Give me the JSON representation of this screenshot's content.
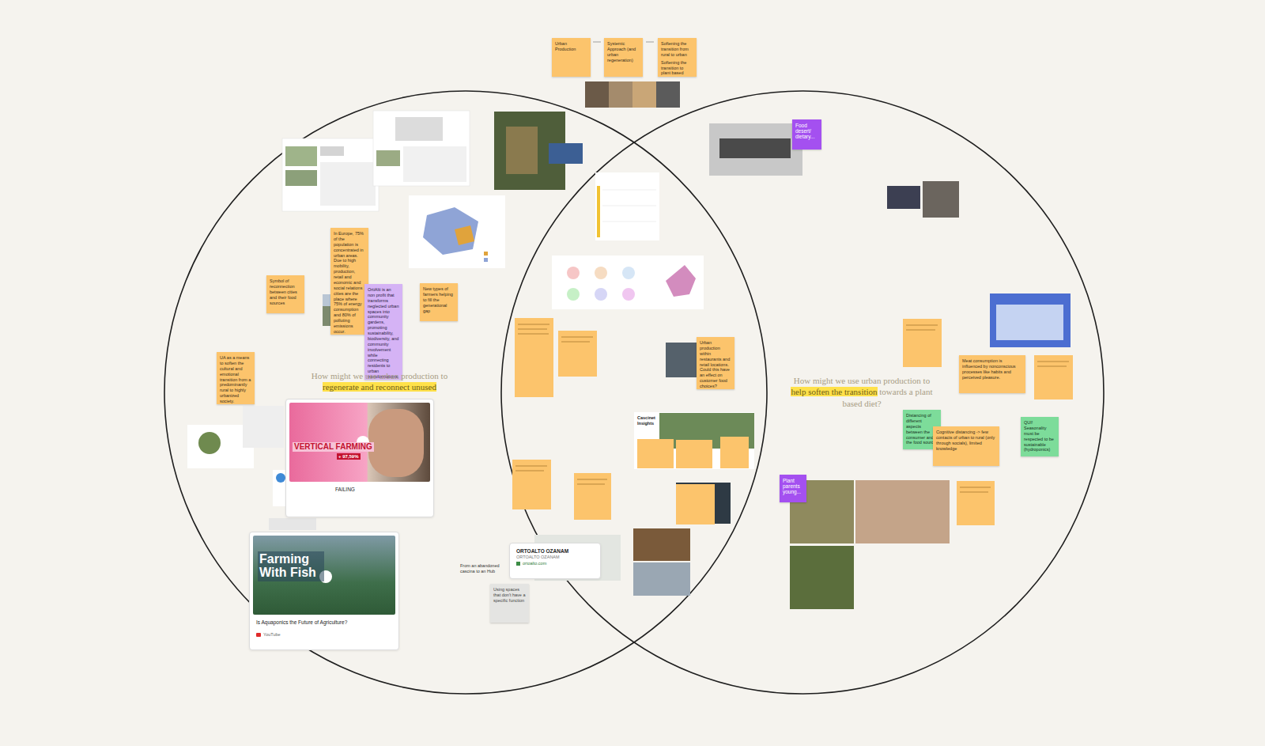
{
  "diagram": {
    "nodes": [
      {
        "text": [
          "Urban Production"
        ]
      },
      {
        "text": [
          "Systemic Approach (and urban regeneration)"
        ]
      },
      {
        "text": [
          "Softening the transition from rural to urban",
          "Softening the transition to plant based"
        ]
      },
      {
        "text": [
          "Food desert/ dietary..."
        ]
      },
      {
        "text": [
          "In Europe, 75% of the population is concentrated in urban areas. Due to high mobility, production, retail and economic and social relations cities are the place where 75% of energy consumption and 80% of polluting emissions occur."
        ]
      },
      {
        "text": [
          "Symbol of reconnection between cities and their food sources"
        ]
      },
      {
        "text": [
          "OrtiAlti is an non profit that transforms neglected urban spaces into community gardens, promoting sustainability, biodiversity, and community involvement while connecting residents to urban transformations."
        ]
      },
      {
        "text": [
          "New types of farmers helping to fill the generational gap"
        ]
      },
      {
        "text": [
          "UA as a means to soften the cultural and emotional transition from a predominantly rural to highly urbanized society."
        ]
      },
      {
        "text": [
          "How might we use urban production to",
          "regenerate and reconnect unused"
        ]
      },
      {
        "text": [
          "VERTICAL FARMING",
          "+ 97,59%",
          "FAILING"
        ]
      },
      {
        "text": [
          "Farming With Fish",
          "Is Aquaponics the Future of Agriculture?",
          "YouTube"
        ]
      },
      {
        "text": [
          "ORTOALTO OZANAM",
          "ORTOALTO OZANAM",
          "ortoalto.com"
        ]
      },
      {
        "text": [
          "Using spaces that don't have a specific function"
        ]
      },
      {
        "text": [
          "Urban production within restaurants and retail locations. Could this have an effect on customer food choices?"
        ]
      },
      {
        "text": [
          "How might we use urban production to",
          "help soften the transition",
          "towards a plant based diet?"
        ]
      },
      {
        "text": [
          "Meat consumption is influenced by nonconscious processes like habits and perceived pleasure."
        ]
      },
      {
        "text": [
          "Distancing of different aspects between the consumer and the food source"
        ]
      },
      {
        "text": [
          "Cognitive distancing -> few contacts of urban to rural (only through socials), limited knowledge"
        ]
      },
      {
        "text": [
          "QUI! Seasonality must be respected to be sustainable (hydroponics)"
        ]
      },
      {
        "text": [
          "Plant parents young..."
        ]
      }
    ],
    "labels": [
      "From an abandoned cascina to an Hub",
      "Cascinet Insights"
    ]
  }
}
